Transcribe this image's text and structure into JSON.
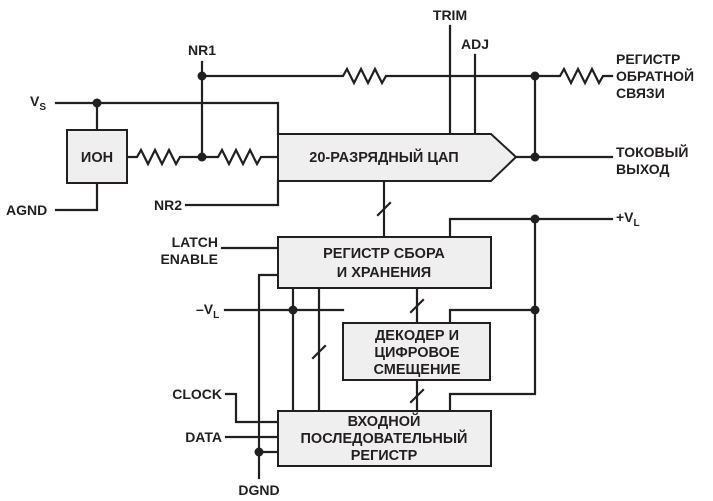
{
  "colors": {
    "line": "#231f20",
    "block_fill": "#efefef",
    "background": "#ffffff"
  },
  "blocks": {
    "ref_source": "ИОН",
    "dac": "20-РАЗРЯДНЫЙ ЦАП",
    "latch_register": [
      "РЕГИСТР СБОРА",
      "И ХРАНЕНИЯ"
    ],
    "decoder": [
      "ДЕКОДЕР И",
      "ЦИФРОВОЕ",
      "СМЕЩЕНИЕ"
    ],
    "input_register": [
      "ВХОДНОЙ",
      "ПОСЛЕДОВАТЕЛЬНЫЙ",
      "РЕГИСТР"
    ]
  },
  "pins": {
    "trim": "TRIM",
    "adj": "ADJ",
    "nr1": "NR1",
    "nr2": "NR2",
    "vs": {
      "main": "V",
      "sub": "S"
    },
    "agnd": "AGND",
    "feedback": [
      "РЕГИСТР",
      "ОБРАТНОЙ",
      "СВЯЗИ"
    ],
    "current_out": [
      "ТОКОВЫЙ",
      "ВЫХОД"
    ],
    "vl_pos": {
      "main": "+V",
      "sub": "L"
    },
    "vl_neg": {
      "main": "–V",
      "sub": "L"
    },
    "latch_enable": [
      "LATCH",
      "ENABLE"
    ],
    "clock": "CLOCK",
    "data": "DATA",
    "dgnd": "DGND"
  }
}
